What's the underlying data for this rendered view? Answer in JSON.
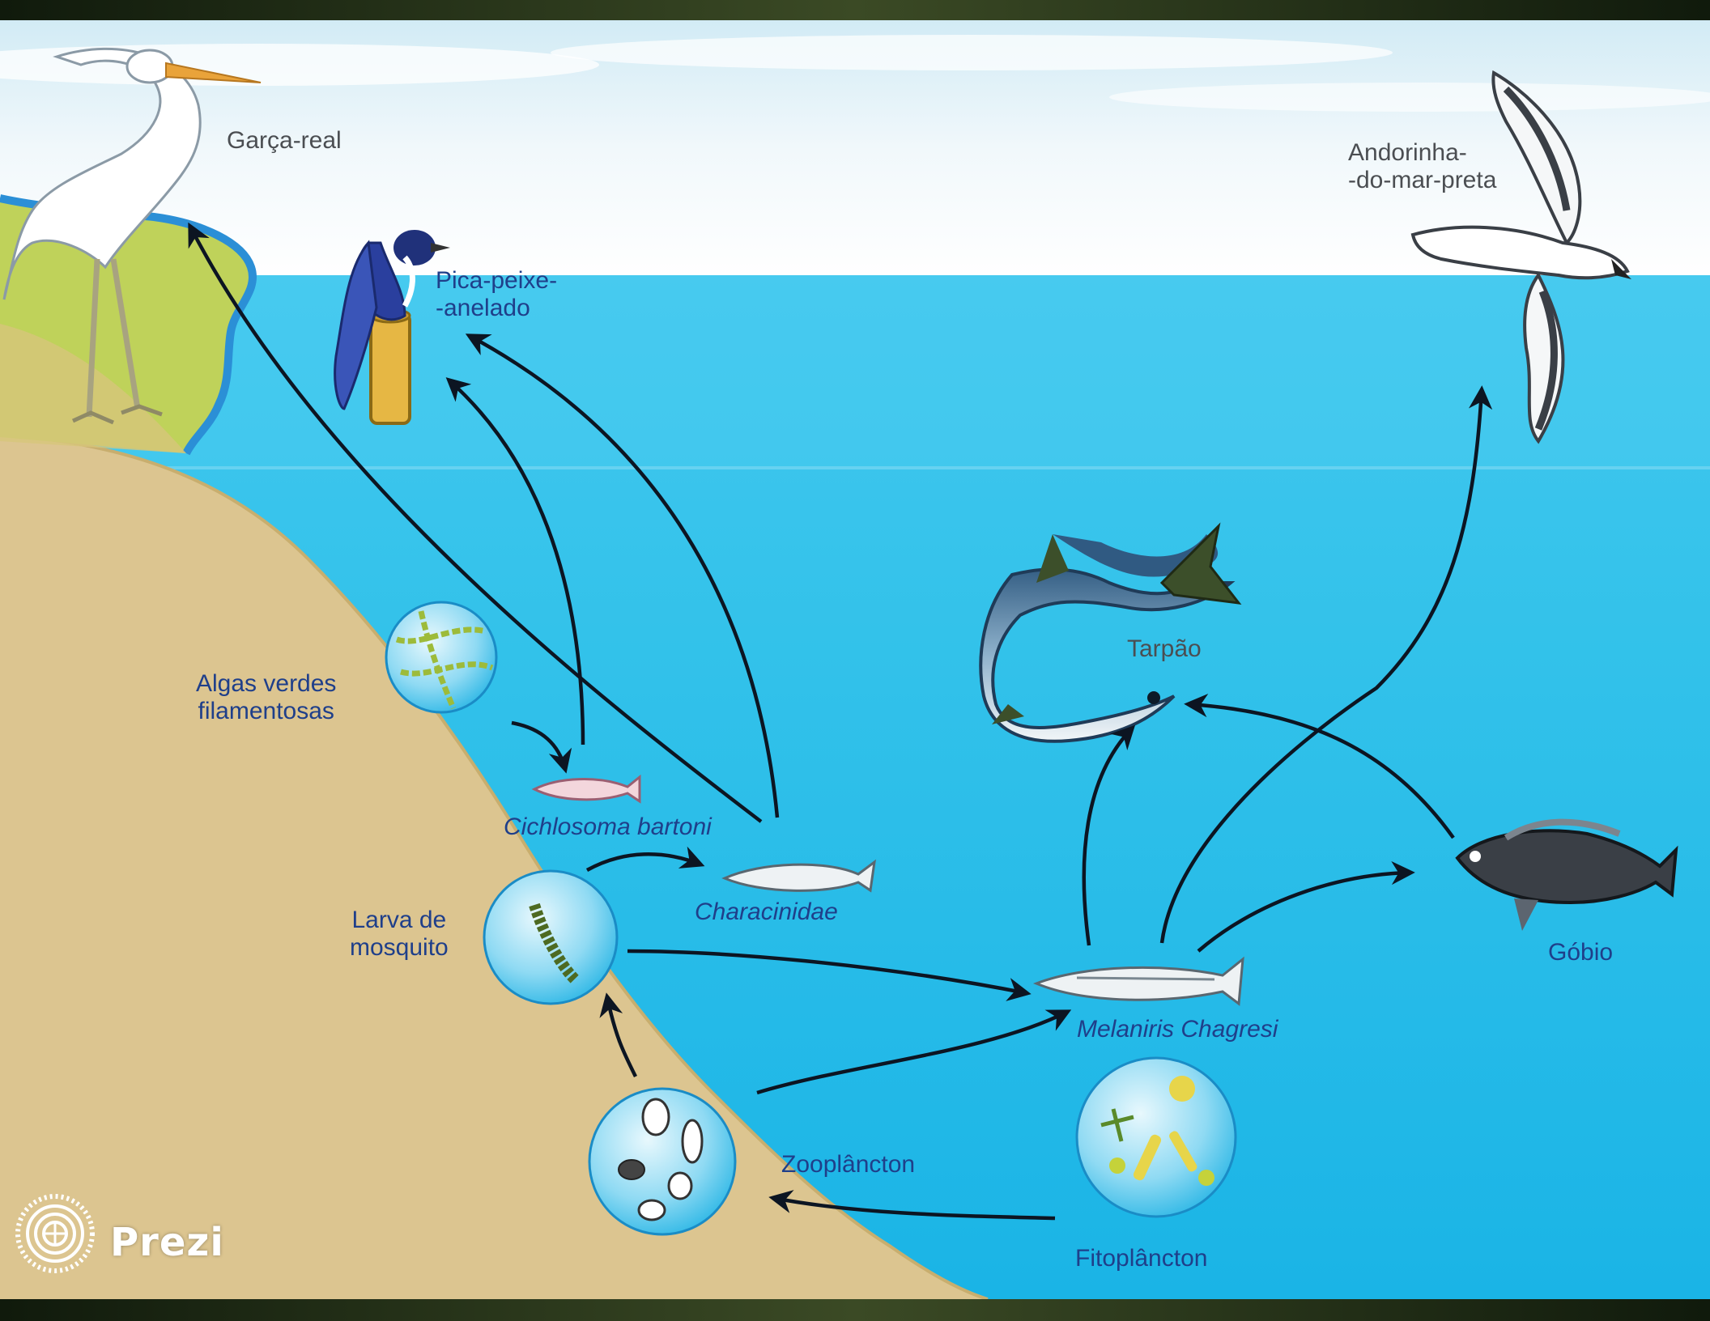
{
  "diagram": {
    "type": "food web",
    "organisms": {
      "garca_real": "Garça-real",
      "pica_peixe": "Pica-peixe-\n-anelado",
      "andorinha": "Andorinha-\n-do-mar-preta",
      "tarpao": "Tarpão",
      "algas": "Algas verdes\nfilamentosas",
      "cichlosoma": "Cichlosoma bartoni",
      "characinidae": "Characinidae",
      "larva": "Larva de\nmosquito",
      "melaniris": "Melaniris Chagresi",
      "gobio": "Góbio",
      "zooplancton": "Zooplâncton",
      "fitoplancton": "Fitoplâncton"
    },
    "links": [
      [
        "Algas verdes filamentosas",
        "Cichlosoma bartoni"
      ],
      [
        "Cichlosoma bartoni",
        "Pica-peixe-anelado"
      ],
      [
        "Characinidae",
        "Pica-peixe-anelado"
      ],
      [
        "Characinidae",
        "Garça-real"
      ],
      [
        "Larva de mosquito",
        "Characinidae"
      ],
      [
        "Larva de mosquito",
        "Melaniris Chagresi"
      ],
      [
        "Zooplâncton",
        "Larva de mosquito"
      ],
      [
        "Zooplâncton",
        "Melaniris Chagresi"
      ],
      [
        "Fitoplâncton",
        "Zooplâncton"
      ],
      [
        "Melaniris Chagresi",
        "Tarpão"
      ],
      [
        "Melaniris Chagresi",
        "Góbio"
      ],
      [
        "Melaniris Chagresi",
        "Andorinha-do-mar-preta"
      ],
      [
        "Góbio",
        "Tarpão"
      ]
    ]
  },
  "logo": {
    "text": "Prezi"
  },
  "colors": {
    "frame": "#1d2a16",
    "sky": "#eef6fb",
    "water": "#36c3ea",
    "sand": "#dcc590",
    "grass": "#b9cf55",
    "arrow": "#0c1522",
    "label_blue": "#1f3f8a",
    "label_gray": "#4b4e52"
  },
  "icons": [
    "prezi-logo-icon",
    "heron-icon",
    "kingfisher-icon",
    "tern-icon",
    "tarpon-icon",
    "goby-icon"
  ]
}
